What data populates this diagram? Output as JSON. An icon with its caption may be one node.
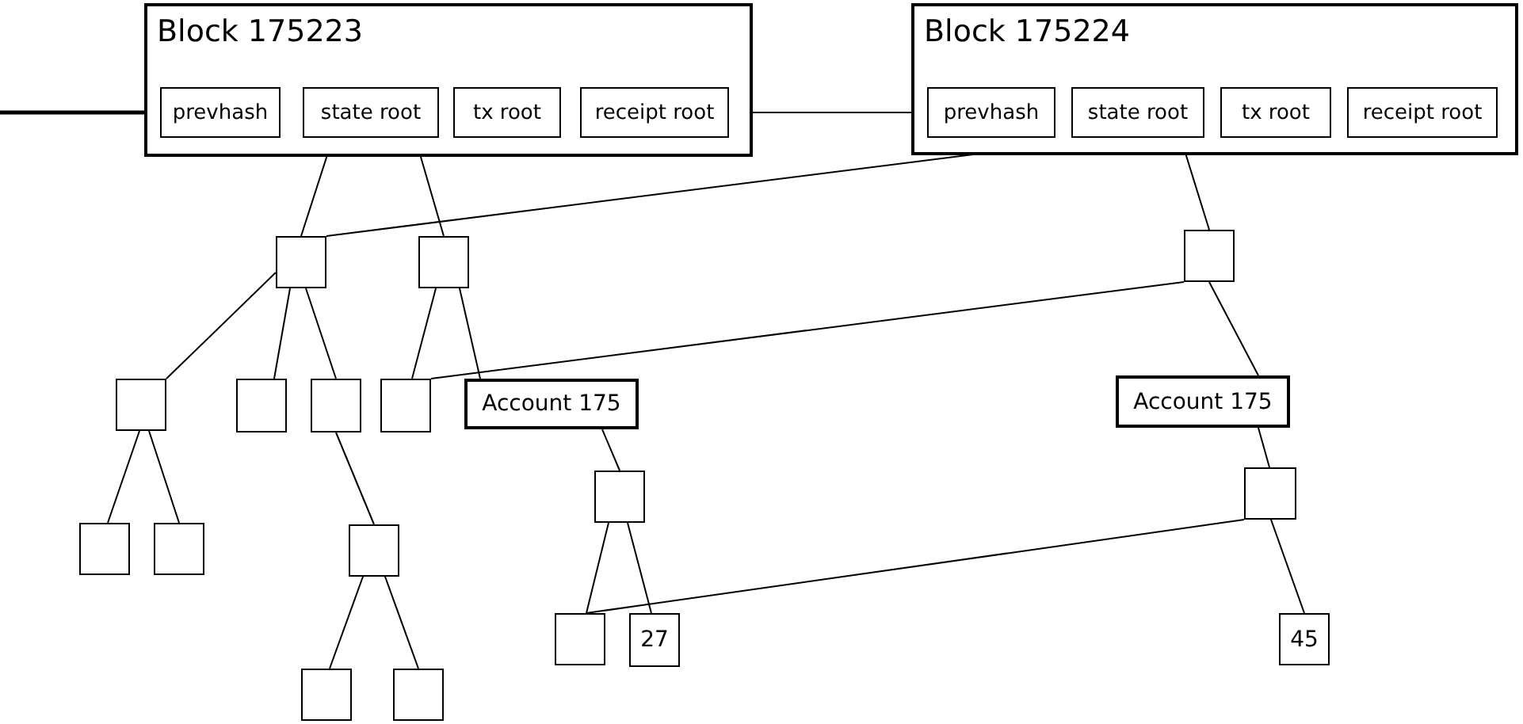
{
  "diagram": {
    "nodes": [
      {
        "text": [
          "Block 175223"
        ]
      },
      {
        "text": [
          "prevhash"
        ],
        "in": 0
      },
      {
        "text": [
          "state root"
        ],
        "in": 0
      },
      {
        "text": [
          "tx root"
        ],
        "in": 0
      },
      {
        "text": [
          "receipt root"
        ],
        "in": 0
      },
      {
        "text": [
          "Block 175224"
        ]
      },
      {
        "text": [
          "prevhash"
        ],
        "in": 5
      },
      {
        "text": [
          "state root"
        ],
        "in": 5
      },
      {
        "text": [
          "tx root"
        ],
        "in": 5
      },
      {
        "text": [
          "receipt root"
        ],
        "in": 5
      },
      {
        "text": [],
        "shape": "box"
      },
      {
        "text": [],
        "shape": "box"
      },
      {
        "text": [],
        "shape": "box"
      },
      {
        "text": [],
        "shape": "box"
      },
      {
        "text": [],
        "shape": "box"
      },
      {
        "text": [],
        "shape": "box"
      },
      {
        "text": [],
        "shape": "box"
      },
      {
        "text": [
          "Account 175"
        ]
      },
      {
        "text": [
          "Account 175"
        ]
      },
      {
        "text": [],
        "shape": "box"
      },
      {
        "text": [],
        "shape": "box"
      },
      {
        "text": [],
        "shape": "box"
      },
      {
        "text": [],
        "shape": "box"
      },
      {
        "text": [],
        "shape": "box"
      },
      {
        "text": [],
        "shape": "box"
      },
      {
        "text": [
          "27"
        ]
      },
      {
        "text": [
          "45"
        ]
      },
      {
        "text": [],
        "shape": "box"
      },
      {
        "text": [],
        "shape": "box"
      }
    ],
    "edges": [
      {
        "from": null,
        "to": 1,
        "arrow": "none",
        "style": "thick"
      },
      {
        "from": 0,
        "to": 6,
        "arrow": "none"
      },
      {
        "from": 2,
        "to": 10,
        "arrow": "none"
      },
      {
        "from": 2,
        "to": 11,
        "arrow": "none"
      },
      {
        "from": 7,
        "to": 10,
        "arrow": "none"
      },
      {
        "from": 7,
        "to": 12,
        "arrow": "none"
      },
      {
        "from": 10,
        "to": 13,
        "arrow": "none"
      },
      {
        "from": 10,
        "to": 14,
        "arrow": "none"
      },
      {
        "from": 10,
        "to": 15,
        "arrow": "none"
      },
      {
        "from": 11,
        "to": 16,
        "arrow": "none"
      },
      {
        "from": 11,
        "to": 17,
        "arrow": "none"
      },
      {
        "from": 12,
        "to": 16,
        "arrow": "none"
      },
      {
        "from": 12,
        "to": 18,
        "arrow": "none"
      },
      {
        "from": 13,
        "to": 19,
        "arrow": "none"
      },
      {
        "from": 13,
        "to": 20,
        "arrow": "none"
      },
      {
        "from": 15,
        "to": 23,
        "arrow": "none"
      },
      {
        "from": 17,
        "to": 21,
        "arrow": "none"
      },
      {
        "from": 18,
        "to": 22,
        "arrow": "none"
      },
      {
        "from": 21,
        "to": 24,
        "arrow": "none"
      },
      {
        "from": 21,
        "to": 25,
        "arrow": "none"
      },
      {
        "from": 22,
        "to": 24,
        "arrow": "none"
      },
      {
        "from": 22,
        "to": 26,
        "arrow": "none"
      },
      {
        "from": 23,
        "to": 27,
        "arrow": "none"
      },
      {
        "from": 23,
        "to": 28,
        "arrow": "none"
      }
    ]
  }
}
